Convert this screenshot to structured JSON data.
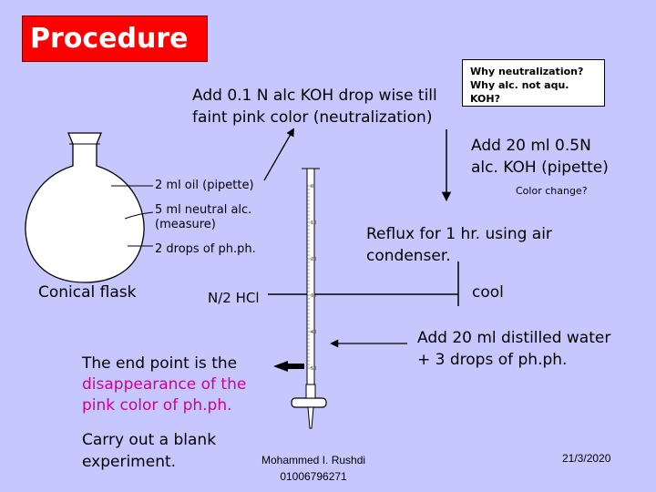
{
  "title": "Procedure",
  "step1": {
    "line1": "Add 0.1 N alc KOH drop wise till",
    "line2": "faint pink color (neutralization)"
  },
  "questions": {
    "line1": "Why neutralization?",
    "line2": "Why alc. not aqu. KOH?"
  },
  "step_koh": {
    "line1": "Add 20 ml 0.5N",
    "line2": "alc. KOH (pipette)"
  },
  "color_change": "Color change?",
  "flask_labels": {
    "oil": "2 ml oil (pipette)",
    "neutral_line1": "5 ml neutral alc.",
    "neutral_line2": "(measure)",
    "phph": "2 drops of ph.ph.",
    "flask": "Conical flask"
  },
  "reflux": {
    "line1": "Reflux for 1 hr. using air",
    "line2": "condenser."
  },
  "cool": "cool",
  "burette_label": "N/2 HCl",
  "step_water": {
    "line1": "Add 20 ml distilled water",
    "line2": "+ 3 drops of ph.ph."
  },
  "end_point": {
    "line1": "The end point is the",
    "line2": "disappearance of the",
    "line3": "pink color of ph.ph."
  },
  "blank": {
    "line1": "Carry out a blank",
    "line2": "experiment."
  },
  "footer": {
    "author": "Mohammed I. Rushdi",
    "phone": "01006796271",
    "date": "21/3/2020"
  },
  "burette_ticks": [
    "0",
    "10",
    "20",
    "30",
    "40",
    "50"
  ],
  "colors": {
    "title_bg": "#ff0000",
    "background": "#c7c7ff",
    "highlight": "#cc0099"
  }
}
